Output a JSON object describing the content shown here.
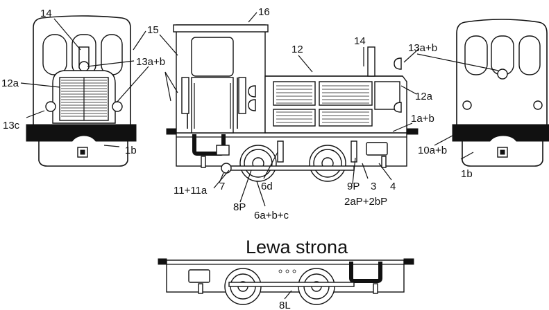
{
  "diagram": {
    "title": "Lewa strona",
    "labels": {
      "l14a": "14",
      "l16": "16",
      "l15": "15",
      "l13ab_a": "13a+b",
      "l12a_a": "12a",
      "l13c": "13c",
      "l1b_a": "1b",
      "l12": "12",
      "l14b": "14",
      "l13ab_b": "13a+b",
      "l12a_b": "12a",
      "l1ab": "1a+b",
      "l10ab": "10a+b",
      "l1b_b": "1b",
      "l11": "11+11a",
      "l7": "7",
      "l8p": "8P",
      "l6d": "6d",
      "l6abc": "6a+b+c",
      "l9p": "9P",
      "l3": "3",
      "l4": "4",
      "l2ap": "2aP+2bP",
      "l8l": "8L"
    }
  }
}
